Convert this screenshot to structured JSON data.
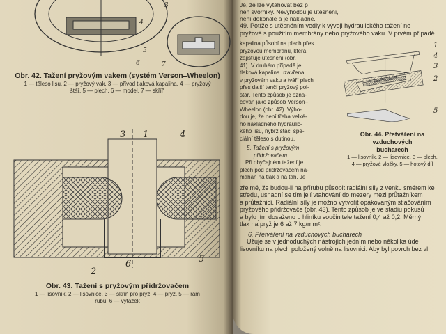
{
  "left_page": {
    "fig42": {
      "title": "Obr. 42. Tažení pryžovým vakem (systém Verson–Wheelon)",
      "legend_1": "1 — těleso lisu, 2 — pryžový vak, 3 — přívod tlaková kapalina, 4 — pryžový",
      "legend_2": "štář, 5 — plech, 6 — model, 7 — skříň",
      "labels": [
        "3",
        "4",
        "5",
        "6",
        "7"
      ]
    },
    "fig43": {
      "title": "Obr. 43. Tažení s pryžovým přidržovačem",
      "legend_1": "1 — lisovník, 2 — lisovnice, 3 — skříň pro pryž, 4 — pryž, 5 — rám",
      "legend_2": "rubu, 6 — výtažek",
      "labels": [
        "3",
        "1",
        "4",
        "2",
        "6",
        "5"
      ]
    }
  },
  "right_page": {
    "top_lines": [
      "Je, že lze vytahovat bez p",
      "nen svorníky. Nevýhodou je utěsnění,",
      "není dokonalé a je nákladné."
    ],
    "intro_line_1": "49. Potíže s utěsněním vedly k vývoji hydraulického tažení ne",
    "intro_line_2": "pryžové s použitím membrány nebo pryžového vaku. V prvém případě",
    "column_lines": [
      "kapalina působí na plech přes",
      "pryžovou membránu, která",
      "zajišťuje utěsnění (obr.",
      "41). V druhém případě je",
      "tlaková kapalina uzavřena",
      "v pryžovém vaku a tváří plech",
      "přes další tenčí pryžový pol-",
      "štář. Tento způsob je ozna-",
      "čován jako způsob Verson–",
      "Wheelon (obr. 42). Výho-",
      "dou je, že není třeba velké-",
      "ho nákladného hydraulic-",
      "kého lisu, nýbrž stačí spe-",
      "ciální těleso s dutinou."
    ],
    "section5_heading_1": "5. Tažení s pryžovým",
    "section5_heading_2": "přidržovačem",
    "section5_col": [
      "Při obyčejném tažení je",
      "plech pod přidržovačem na-",
      "máhán na tlak a na tah. Je"
    ],
    "fig44": {
      "title_1": "Obr. 44. Přetváření na vzduchových",
      "title_2": "bucharech",
      "legend_1": "1 — lisovník, 2 — lisovnice, 3 — plech,",
      "legend_2": "4 — pryžové vložky, 5 — hotový díl",
      "labels": [
        "1",
        "4",
        "3",
        "2",
        "5"
      ]
    },
    "full_lines": [
      "zřejmé, že budou-li na přírubu působit radiální síly z venku směrem ke",
      "středu, usnadní se tím její vtahování do mezery mezi průtažníkem",
      "a průtažnicí. Radiální síly je možno vytvořit opakovaným stlačováním",
      "pryžového přidržovače (obr. 43). Tento způsob je ve stadiu pokusů",
      "a bylo jím dosaženo u hliníku součinitele tažení 0,4 až 0,2. Měrný",
      "tlak na pryž je 6 až 7 kg/mm²."
    ],
    "section6_heading": "6. Přetváření na vzduchových bucharech",
    "section6_lines": [
      "Užuje se v jednoduchých nástrojích jedním nebo několika úde",
      "lisovníku na plech položený volně na lisovnici. Aby byl povrch bez vl"
    ]
  }
}
